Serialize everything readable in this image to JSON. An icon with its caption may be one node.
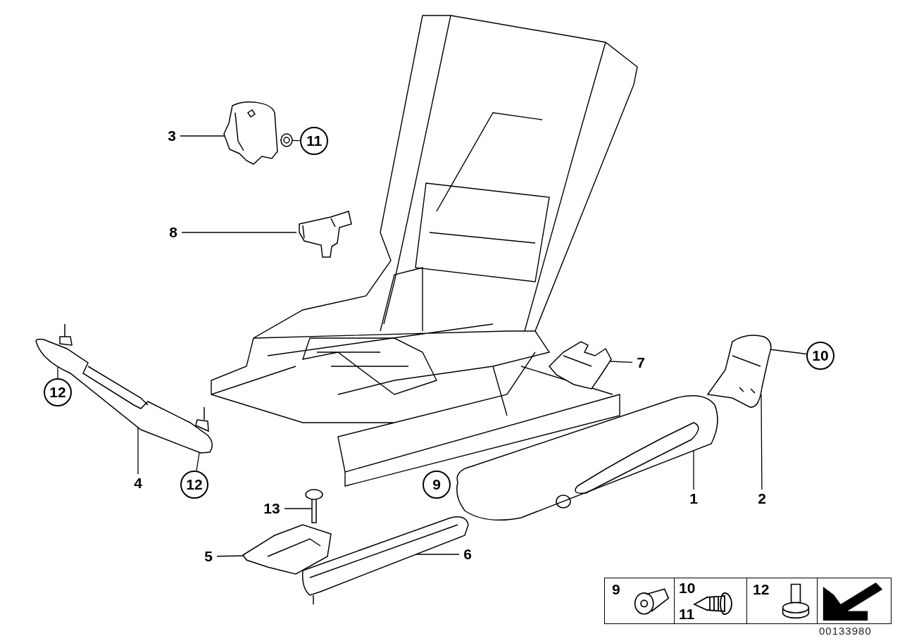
{
  "diagram": {
    "nodes": [
      {
        "text": [],
        "shape": "picture"
      },
      {
        "text": [
          "3"
        ]
      },
      {
        "text": [],
        "shape": "picture"
      },
      {
        "text": [
          "11"
        ]
      },
      {
        "text": [
          "8"
        ]
      },
      {
        "text": [],
        "shape": "picture"
      },
      {
        "text": [],
        "shape": "picture"
      },
      {
        "text": [
          "12"
        ]
      },
      {
        "text": [
          "4"
        ]
      },
      {
        "text": [
          "12"
        ]
      },
      {
        "text": [],
        "shape": "picture"
      },
      {
        "text": [
          "7"
        ]
      },
      {
        "text": [],
        "shape": "picture"
      },
      {
        "text": [
          "10"
        ]
      },
      {
        "text": [],
        "shape": "picture"
      },
      {
        "text": [
          "1"
        ]
      },
      {
        "text": [
          "2"
        ]
      },
      {
        "text": [
          "9"
        ]
      },
      {
        "text": [
          "13"
        ]
      },
      {
        "text": [],
        "shape": "picture"
      },
      {
        "text": [
          "5"
        ]
      },
      {
        "text": [],
        "shape": "picture"
      },
      {
        "text": [],
        "shape": "picture"
      },
      {
        "text": [
          "6"
        ]
      },
      {
        "text": [
          "9"
        ]
      },
      {
        "text": [
          "10",
          "11"
        ]
      },
      {
        "text": [
          "12"
        ]
      },
      {
        "text": [],
        "shape": "box"
      }
    ],
    "edges": [
      {
        "from": 1,
        "to": 0,
        "arrow": "none"
      },
      {
        "from": 3,
        "to": 2,
        "arrow": "none"
      },
      {
        "from": 4,
        "to": 5,
        "arrow": "none"
      },
      {
        "from": 7,
        "to": 6,
        "arrow": "none"
      },
      {
        "from": 8,
        "to": 6,
        "arrow": "none"
      },
      {
        "from": 9,
        "to": 6,
        "arrow": "none"
      },
      {
        "from": 11,
        "to": 10,
        "arrow": "none"
      },
      {
        "from": 13,
        "to": 12,
        "arrow": "none"
      },
      {
        "from": 15,
        "to": 14,
        "arrow": "none"
      },
      {
        "from": 16,
        "to": 12,
        "arrow": "none"
      },
      {
        "from": 18,
        "to": 19,
        "arrow": "none"
      },
      {
        "from": 20,
        "to": 21,
        "arrow": "none"
      },
      {
        "from": 23,
        "to": 22,
        "arrow": "none"
      }
    ],
    "labels": [
      "00133980"
    ]
  }
}
